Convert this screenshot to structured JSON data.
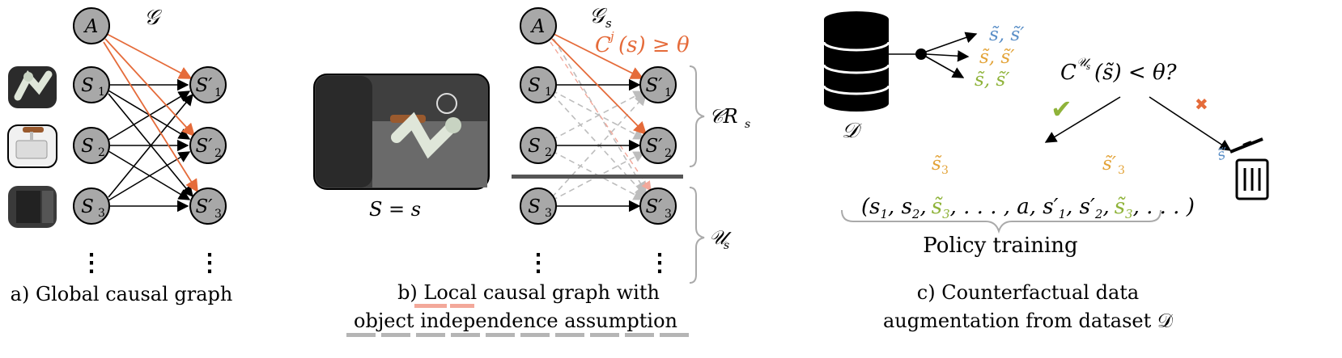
{
  "panel_a": {
    "graph_symbol": "𝒢",
    "nodes": {
      "A": "A",
      "S1": "S",
      "S1_sub": "1",
      "S2": "S",
      "S2_sub": "2",
      "S3": "S",
      "S3_sub": "3",
      "S1p": "S′",
      "S1p_sub": "1",
      "S2p": "S′",
      "S2p_sub": "2",
      "S3p": "S′",
      "S3p_sub": "3"
    },
    "ellipsis": "⋮",
    "caption": "a) Global causal graph"
  },
  "panel_b": {
    "graph_symbol": "𝒢",
    "graph_sub": "s",
    "condition_C": "C",
    "condition_sup": "j",
    "condition_rest": "(s) ≥ θ",
    "state_label": "S = s",
    "cr_label": "𝒞R",
    "cr_sub": "s",
    "u_label": "𝒰",
    "u_sub": "s",
    "caption_prefix": "b) ",
    "caption_local": "Local",
    "caption_rest1": " causal graph with",
    "caption_line2": "object independence assumption"
  },
  "panel_c": {
    "dataset_label": "𝒟",
    "samples": [
      {
        "text": "s̃, s̃′",
        "color": "#5b8fc7"
      },
      {
        "text": "s̃, s̃′",
        "color": "#e3a43a"
      },
      {
        "text": "s̃, s̃′",
        "color": "#8fb33a"
      }
    ],
    "condition_C": "C",
    "condition_sup": "𝒰",
    "condition_sup_sub": "s",
    "condition_rest": "(s̃) < θ?",
    "check_mark": "✔",
    "cross_mark": "✖",
    "trash_label": "s̃′",
    "tuple_open": "(s",
    "tuple_open_sub": "1",
    "tuple_s2": ", s",
    "tuple_s2_sub": "2",
    "tuple_sep": ",",
    "tuple_s3_tilde": "s̃",
    "tuple_s3_sub": "3",
    "tuple_mid": ", . . . , a, s′",
    "tuple_s1p_sub": "1",
    "tuple_s2p": ", s′",
    "tuple_s2p_sub": "2",
    "tuple_s3p_tilde": "s̃",
    "tuple_s3p_sub": "3",
    "tuple_close": ", . . . )",
    "over_s3": "s̃",
    "over_s3_sub": "3",
    "over_s3p": "s̃′",
    "over_s3p_sub": "3",
    "policy_label": "Policy training",
    "caption_line1": "c) Counterfactual data",
    "caption_line2": "augmentation from dataset 𝒟"
  },
  "colors": {
    "node_fill": "#a8a8a8",
    "orange": "#e56b3a",
    "gray_dash": "#bdbdbd",
    "blue": "#5b8fc7",
    "yellow": "#e3a43a",
    "green": "#8fb33a",
    "salmon": "#f3a89a"
  }
}
